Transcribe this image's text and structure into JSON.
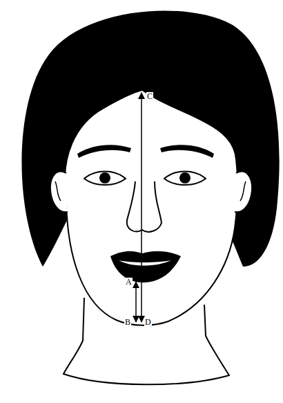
{
  "diagram": {
    "labels": [
      "C",
      "A",
      "B",
      "D"
    ]
  }
}
